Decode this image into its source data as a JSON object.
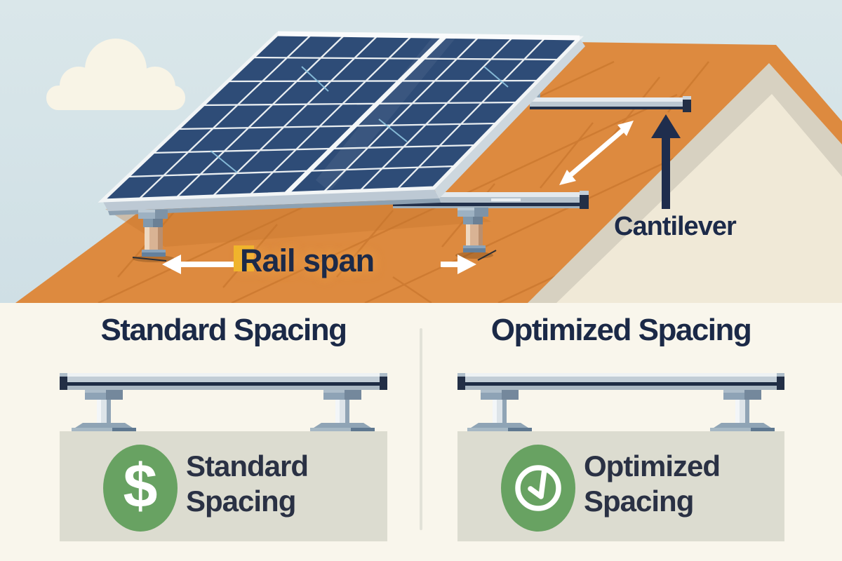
{
  "top_diagram": {
    "rail_span_label": "Rail span",
    "cantilever_label": "Cantilever"
  },
  "comparison": {
    "left": {
      "heading": "Standard Spacing",
      "icon": "dollar-icon",
      "icon_glyph": "$",
      "card_line1": "Standard",
      "card_line2": "Spacing"
    },
    "right": {
      "heading": "Optimized Spacing",
      "icon": "clock-icon",
      "card_line1": "Optimized",
      "card_line2": "Spacing"
    }
  },
  "colors": {
    "sky": "#d4e3e8",
    "cloud": "#f8f4e6",
    "roof_orange": "#dd8a3f",
    "roof_tile_line": "#c9772e",
    "gable_shadow": "#d7d1c1",
    "gable_wall": "#f0e9d7",
    "panel_blue": "#2e4c77",
    "panel_grid_white": "#f4f7f8",
    "frame_gray": "#bdc9d4",
    "rail_dark": "#22304a",
    "navy_text": "#1c2a49",
    "highlight_yellow": "#f0b62a",
    "arrow_white": "#ffffff",
    "bottom_bg": "#f9f6ec",
    "card_bg": "#dcdcd0",
    "icon_green": "#68a262",
    "divider": "#e2e2d8",
    "post_tan": "#d9b394"
  }
}
